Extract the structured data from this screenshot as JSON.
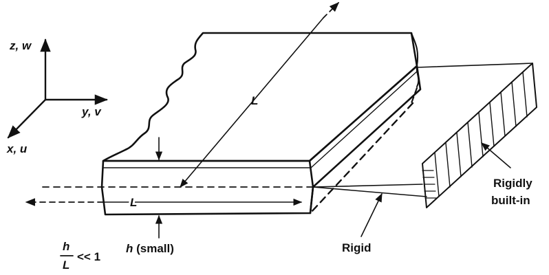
{
  "axes": {
    "z_label": "z, w",
    "y_label": "y, v",
    "x_label": "x, u"
  },
  "plate": {
    "length_label_diagonal": "L",
    "length_label_horizontal": "L",
    "thickness_h": "h",
    "thickness_small": " (small)"
  },
  "support": {
    "wall_label_line1": "Rigidly",
    "wall_label_line2": "built-in",
    "rigid_label": "Rigid"
  },
  "ratio": {
    "numerator": "h",
    "denominator": "L",
    "relation": "<< 1"
  }
}
